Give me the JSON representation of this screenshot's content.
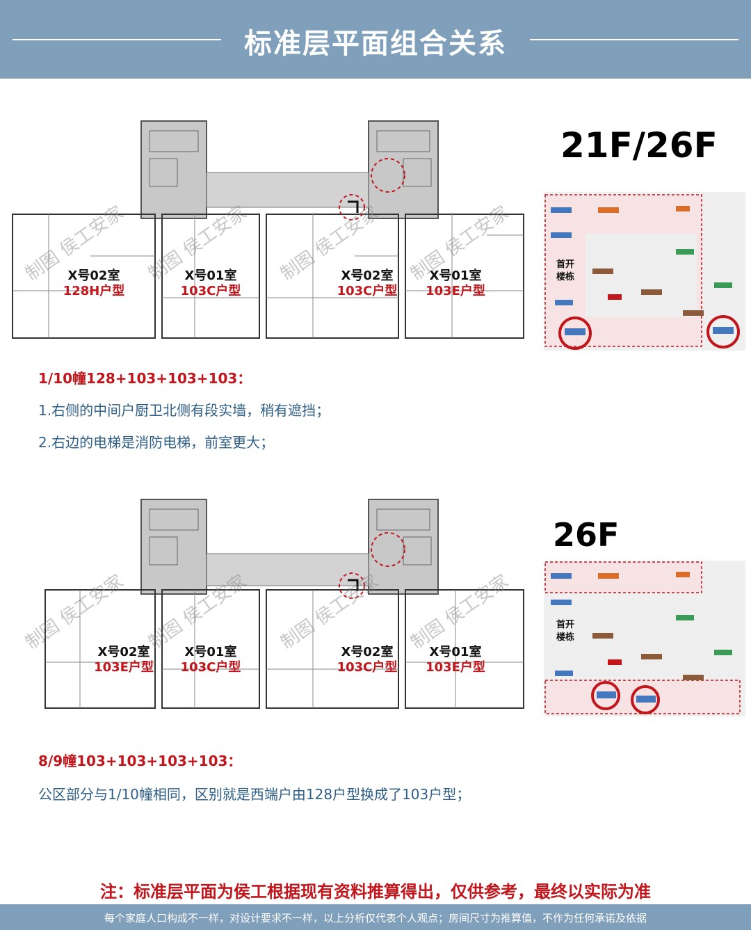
{
  "header": {
    "title": "标准层平面组合关系"
  },
  "section1": {
    "floor_label": "21F/26F",
    "units": [
      {
        "room": "X号02室",
        "type": "128H户型"
      },
      {
        "room": "X号01室",
        "type": "103C户型"
      },
      {
        "room": "X号02室",
        "type": "103C户型"
      },
      {
        "room": "X号01室",
        "type": "103E户型"
      }
    ],
    "heading": "1/10幢128+103+103+103：",
    "points": [
      "1.右侧的中间户厨卫北侧有段实墙，稍有遮挡；",
      "2.右边的电梯是消防电梯，前室更大；"
    ]
  },
  "section2": {
    "floor_label": "26F",
    "units": [
      {
        "room": "X号02室",
        "type": "103E户型"
      },
      {
        "room": "X号01室",
        "type": "103C户型"
      },
      {
        "room": "X号02室",
        "type": "103C户型"
      },
      {
        "room": "X号01室",
        "type": "103E户型"
      }
    ],
    "heading": "8/9幢103+103+103+103：",
    "points": [
      "公区部分与1/10幢相同，区别就是西端户由128户型换成了103户型；"
    ]
  },
  "site_plan": {
    "first_building": "首开\n楼栋"
  },
  "watermark": {
    "text": "制图 侯工安家"
  },
  "disclaimer": "注：标准层平面为侯工根据现有资料推算得出，仅供参考，最终以实际为准",
  "footer": "每个家庭人口构成不一样，对设计要求不一样，以上分析仅代表个人观点；房间尺寸为推算值，不作为任何承诺及依据",
  "colors": {
    "header_bg": "#7f9fbb",
    "accent_red": "#c0161c",
    "note_blue": "#2f5f88"
  }
}
